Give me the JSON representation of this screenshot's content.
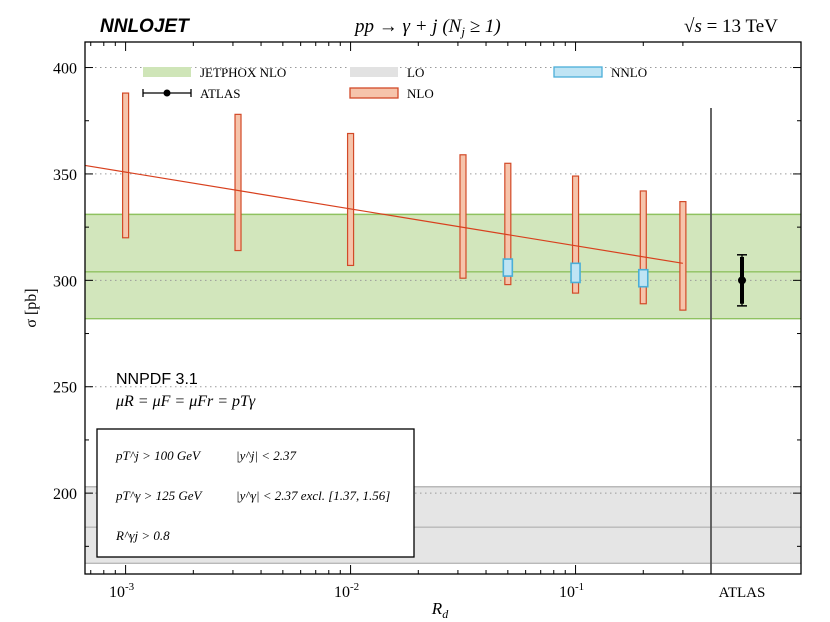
{
  "header": {
    "brand": "NNLOJET",
    "process": "pp → γ + j    (N",
    "process_sub": "j",
    "process_tail": " ≥ 1)",
    "energy_pre": "√",
    "energy_s": "s",
    "energy_val": " = 13 TeV"
  },
  "info": {
    "pdf": "NNPDF 3.1",
    "scale": "μR = μF = μFr = pTγ"
  },
  "cuts": {
    "c1": "pT^j > 100 GeV",
    "c2": "|y^j| < 2.37",
    "c3": "pT^γ > 125 GeV",
    "c4": "|y^γ| < 2.37 excl. [1.37, 1.56]",
    "c5": "R^γj > 0.8"
  },
  "chart_data": {
    "type": "bar",
    "xlabel": "R_d",
    "ylabel": "σ [pb]",
    "xscale": "log",
    "xlim": [
      0.00066,
      0.4
    ],
    "ylim": [
      162,
      412
    ],
    "y_ticks": [
      200,
      250,
      300,
      350,
      400
    ],
    "x_ticks": [
      {
        "x": 0.001,
        "label": "10^-3"
      },
      {
        "x": 0.01,
        "label": "10^-2"
      },
      {
        "x": 0.1,
        "label": "10^-1"
      }
    ],
    "atlas_tick_label": "ATLAS",
    "grid": "dotted horizontal",
    "legend": [
      {
        "name": "JETPHOX NLO",
        "kind": "band",
        "color": "#cfe5b8"
      },
      {
        "name": "LO",
        "kind": "band",
        "color": "#e2e2e2"
      },
      {
        "name": "NNLO",
        "kind": "box",
        "color": "#bfe4f4",
        "edge": "#4aaed8"
      },
      {
        "name": "ATLAS",
        "kind": "point",
        "color": "#000000"
      },
      {
        "name": "NLO",
        "kind": "box",
        "color": "#f6c4ab",
        "edge": "#d24a28"
      }
    ],
    "jetphox_band": {
      "low": 282,
      "high": 331,
      "central": 304,
      "color": "#d2e6bc",
      "edge": "#8fc260"
    },
    "lo_band": {
      "low": 167,
      "high": 203,
      "central": 184,
      "color": "#e5e5e5",
      "edge": "#b9b9b9"
    },
    "nlo": [
      {
        "x": 0.001,
        "low": 320,
        "high": 388
      },
      {
        "x": 0.00316,
        "low": 314,
        "high": 378
      },
      {
        "x": 0.01,
        "low": 307,
        "high": 369
      },
      {
        "x": 0.0316,
        "low": 301,
        "high": 359
      },
      {
        "x": 0.05,
        "low": 298,
        "high": 355
      },
      {
        "x": 0.1,
        "low": 294,
        "high": 349
      },
      {
        "x": 0.2,
        "low": 289,
        "high": 342
      },
      {
        "x": 0.3,
        "low": 286,
        "high": 337
      }
    ],
    "nlo_fit": {
      "x": [
        0.00066,
        0.3
      ],
      "y": [
        354,
        308
      ],
      "color": "#d8401e"
    },
    "nnlo": [
      {
        "x": 0.05,
        "low": 302,
        "high": 310
      },
      {
        "x": 0.1,
        "low": 299,
        "high": 308
      },
      {
        "x": 0.2,
        "low": 297,
        "high": 305
      }
    ],
    "atlas": {
      "value": 300,
      "err_stat": 11,
      "err_tot": 12
    },
    "colors": {
      "nlo_fill": "#f6c4ab",
      "nlo_edge": "#d24a28",
      "nnlo_fill": "#bfe4f4",
      "nnlo_edge": "#4aaed8"
    }
  }
}
